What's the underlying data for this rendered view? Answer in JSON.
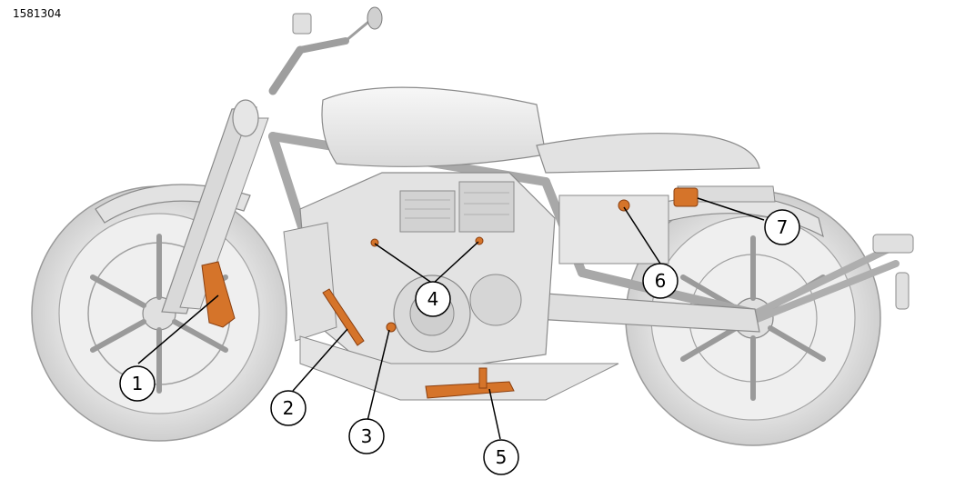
{
  "figure_id": "1581304",
  "colors": {
    "body": "#e9e9e9",
    "body_dark": "#c9c9c9",
    "outline": "#8a8a8a",
    "tire": "#d7d7d7",
    "highlight": "#d5742a"
  },
  "callouts": [
    {
      "label": "1"
    },
    {
      "label": "2"
    },
    {
      "label": "3"
    },
    {
      "label": "4"
    },
    {
      "label": "5"
    },
    {
      "label": "6"
    },
    {
      "label": "7"
    }
  ]
}
